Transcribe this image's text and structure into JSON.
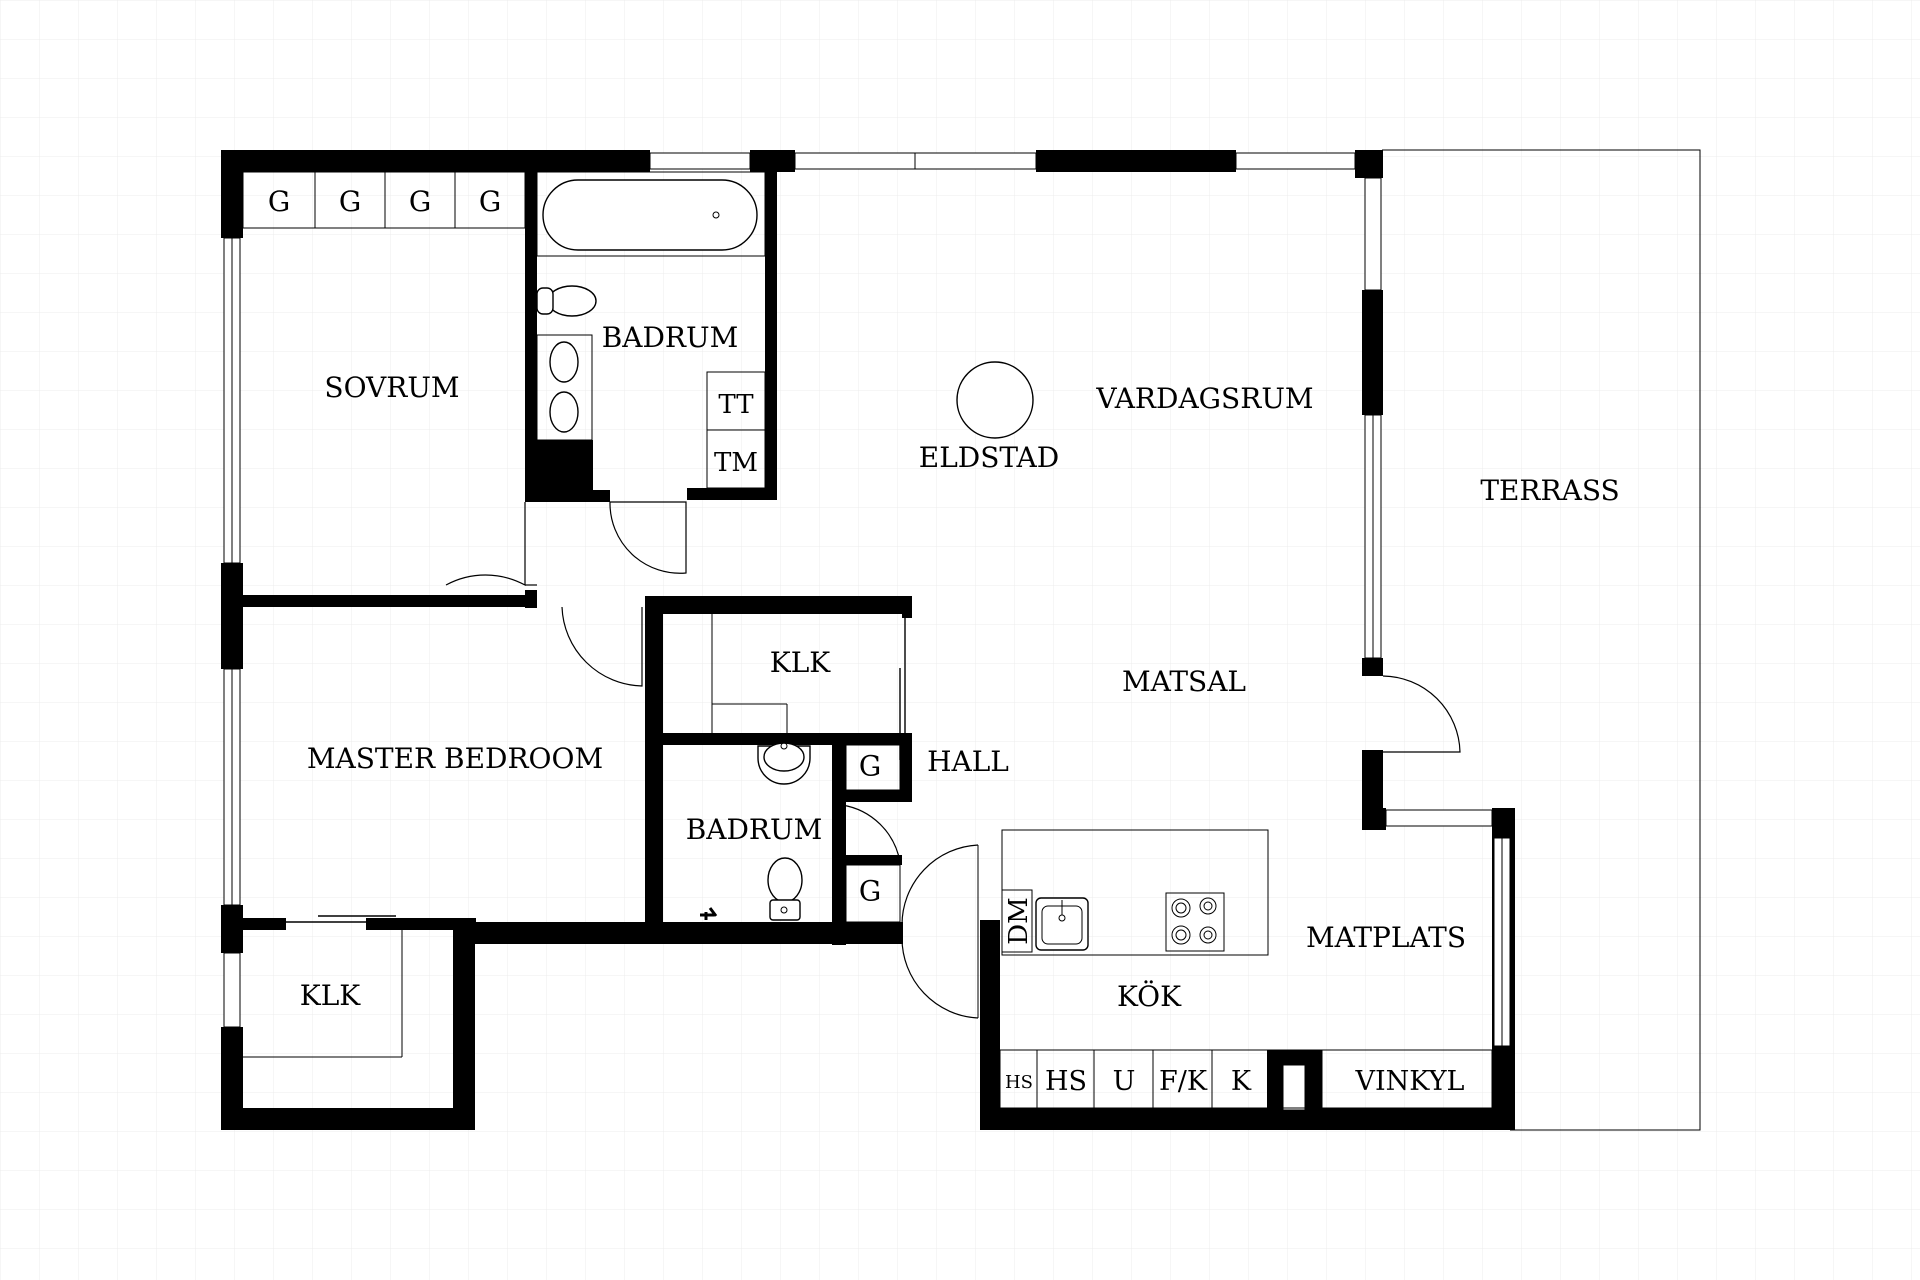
{
  "rooms": {
    "sovrum": "SOVRUM",
    "badrum_top": "BADRUM",
    "vardagsrum": "VARDAGSRUM",
    "eldstad": "ELDSTAD",
    "terrass": "TERRASS",
    "master_bedroom": "MASTER BEDROOM",
    "klk_hall": "KLK",
    "matsal": "MATSAL",
    "hall": "HALL",
    "badrum_lower": "BADRUM",
    "klk_master": "KLK",
    "kok": "KÖK",
    "matplats": "MATPLATS"
  },
  "fixtures": {
    "wardrobes": [
      "G",
      "G",
      "G",
      "G"
    ],
    "tt": "TT",
    "tm": "TM",
    "g_hall": "G",
    "g_lower": "G",
    "dm": "DM",
    "kitchen_units": [
      "HS",
      "HS",
      "U",
      "F/K",
      "K"
    ],
    "vinkyl": "VINKYL"
  },
  "colors": {
    "wall": "#000000",
    "background": "#ffffff",
    "grid": "#ececec"
  }
}
